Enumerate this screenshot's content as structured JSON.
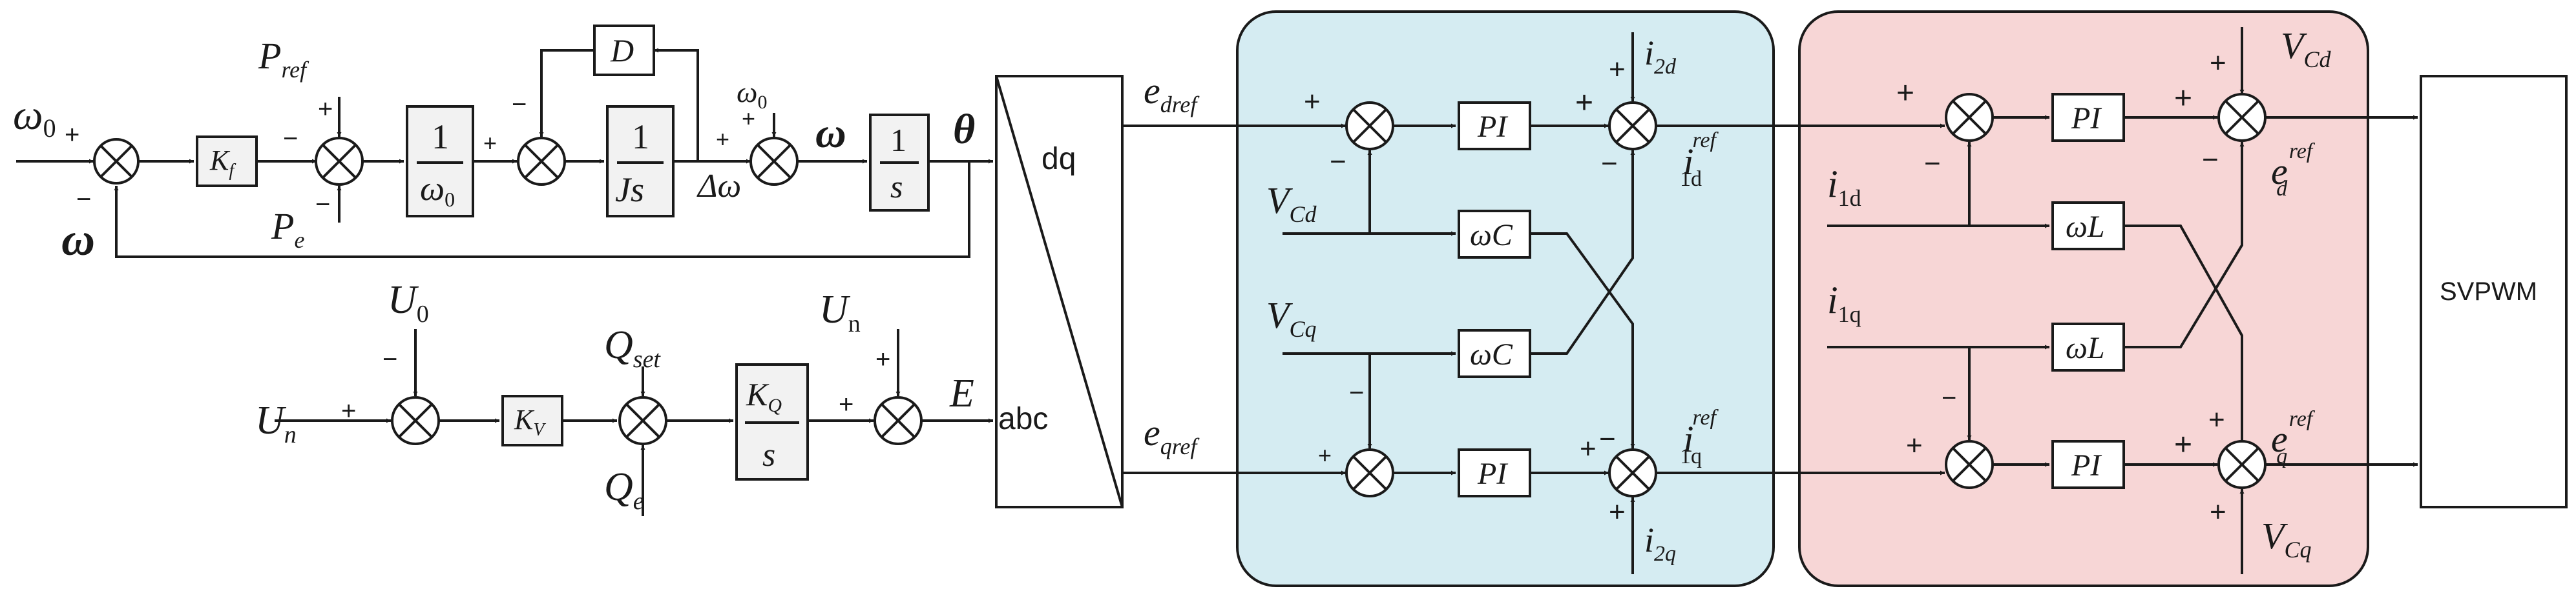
{
  "panel_colors": {
    "current_loop_panel": "#d5ecf2",
    "voltage_loop_panel": "#f7d6d6",
    "line": "#1a1a1a",
    "block_fill": "#f2f2f2"
  },
  "arrow_icon": "filled-triangle-arrowhead",
  "sum_icon": "circled-cross-summing-junction",
  "frequency_loop": {
    "omega0_in": "ω",
    "omega0_in_sub": "0",
    "omega_feedback": "ω",
    "p_ref": "P",
    "p_ref_sub": "ref",
    "p_e": "P",
    "p_e_sub": "e",
    "kf": "K",
    "kf_sub": "f",
    "inv_omega0_num": "1",
    "inv_omega0_den": "ω",
    "inv_omega0_den_sub": "0",
    "damping": "D",
    "inertia_num": "1",
    "inertia_den": "Js",
    "delta_omega": "Δω",
    "omega0_add": "ω",
    "omega0_add_sub": "0",
    "omega": "ω",
    "integrator_num": "1",
    "integrator_den": "s",
    "theta": "θ"
  },
  "voltage_loop": {
    "u0": "U",
    "u0_sub": "0",
    "un_in": "U",
    "un_in_sub": "n",
    "kv": "K",
    "kv_sub": "V",
    "q_set": "Q",
    "q_set_sub": "set",
    "q_e": "Q",
    "q_e_sub": "e",
    "kq_num": "K",
    "kq_num_sub": "Q",
    "kq_den": "s",
    "un_add": "U",
    "un_add_sub": "n",
    "e_out": "E"
  },
  "transform": {
    "top": "dq",
    "bottom": "abc"
  },
  "current_loop": {
    "e_dref": "e",
    "e_dref_sub": "dref",
    "e_qref": "e",
    "e_qref_sub": "qref",
    "vcd": "V",
    "vcd_sub": "Cd",
    "vcq": "V",
    "vcq_sub": "Cq",
    "pi_d": "PI",
    "pi_q": "PI",
    "omega_c_1": "ωC",
    "omega_c_2": "ωC",
    "i2d": "i",
    "i2d_sub": "2d",
    "i2q": "i",
    "i2q_sub": "2q",
    "i1d_ref": "i",
    "i1d_ref_sub": "1d",
    "i1d_ref_sup": "ref",
    "i1q_ref": "i",
    "i1q_ref_sub": "1q",
    "i1q_ref_sup": "ref"
  },
  "inner_loop": {
    "i1d": "i",
    "i1d_sub": "1d",
    "i1q": "i",
    "i1q_sub": "1q",
    "pi_d": "PI",
    "pi_q": "PI",
    "omega_l_1": "ωL",
    "omega_l_2": "ωL",
    "vcd": "V",
    "vcd_sub": "Cd",
    "vcq": "V",
    "vcq_sub": "Cq",
    "ed_ref": "e",
    "ed_ref_sub": "d",
    "ed_ref_sup": "ref",
    "eq_ref": "e",
    "eq_ref_sub": "q",
    "eq_ref_sup": "ref"
  },
  "svpwm": "SVPWM",
  "signs": {
    "plus": "+",
    "minus": "−"
  }
}
